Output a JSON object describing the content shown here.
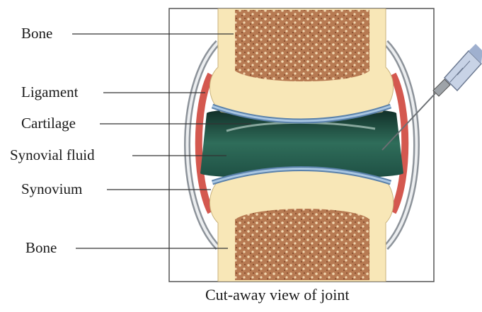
{
  "labels": {
    "bone_top": "Bone",
    "ligament": "Ligament",
    "cartilage": "Cartilage",
    "synovial_fluid": "Synovial fluid",
    "synovium": "Synovium",
    "bone_bottom": "Bone"
  },
  "caption": "Cut-away view of joint",
  "colors": {
    "bone": "#f8e7b7",
    "marrow": "#a36a45",
    "cartilage": "#7aa3c8",
    "fluid": "#1f4d3f",
    "synovium": "#d4584f",
    "ligament": "#c9ccd0",
    "frame": "#555555"
  }
}
